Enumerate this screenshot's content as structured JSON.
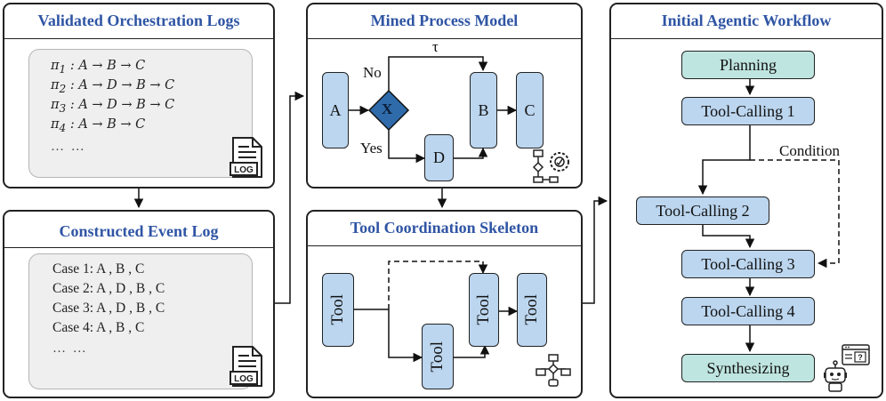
{
  "panels": {
    "validated_logs": {
      "title": "Validated Orchestration Logs",
      "traces": [
        {
          "id": "π",
          "sub": "1",
          "sequence": ": A → B → C"
        },
        {
          "id": "π",
          "sub": "2",
          "sequence": ": A → D → B → C"
        },
        {
          "id": "π",
          "sub": "3",
          "sequence": ": A → D → B → C"
        },
        {
          "id": "π",
          "sub": "4",
          "sequence": ": A → B → C"
        }
      ],
      "ellipsis": "… …",
      "icon": "log-file-icon",
      "icon_label": "LOG"
    },
    "event_log": {
      "title": "Constructed Event Log",
      "cases": [
        "Case 1: A , B , C",
        "Case 2: A , D , B , C",
        "Case 3: A , D , B , C",
        "Case 4: A , B , C"
      ],
      "ellipsis": "… …",
      "icon": "log-file-icon",
      "icon_label": "LOG"
    },
    "process_model": {
      "title": "Mined Process Model",
      "nodes": {
        "a": "A",
        "x": "X",
        "b": "B",
        "c": "C",
        "d": "D"
      },
      "labels": {
        "tau": "τ",
        "no": "No",
        "yes": "Yes"
      },
      "icon": "process-mining-gear-icon"
    },
    "skeleton": {
      "title": "Tool Coordination Skeleton",
      "tool_label": "Tool",
      "icon": "flowchart-icon"
    },
    "workflow": {
      "title": "Initial Agentic Workflow",
      "steps": {
        "planning": "Planning",
        "tc1": "Tool-Calling 1",
        "tc2": "Tool-Calling 2",
        "tc3": "Tool-Calling 3",
        "tc4": "Tool-Calling 4",
        "synth": "Synthesizing"
      },
      "condition_label": "Condition",
      "icon": "robot-agent-icon"
    }
  },
  "colors": {
    "title_blue": "#2f55a4",
    "node_blue": "#bcd6ef",
    "gateway_blue": "#2f6bab",
    "teal": "#bfe5e0",
    "inner_gray": "#efefef"
  }
}
